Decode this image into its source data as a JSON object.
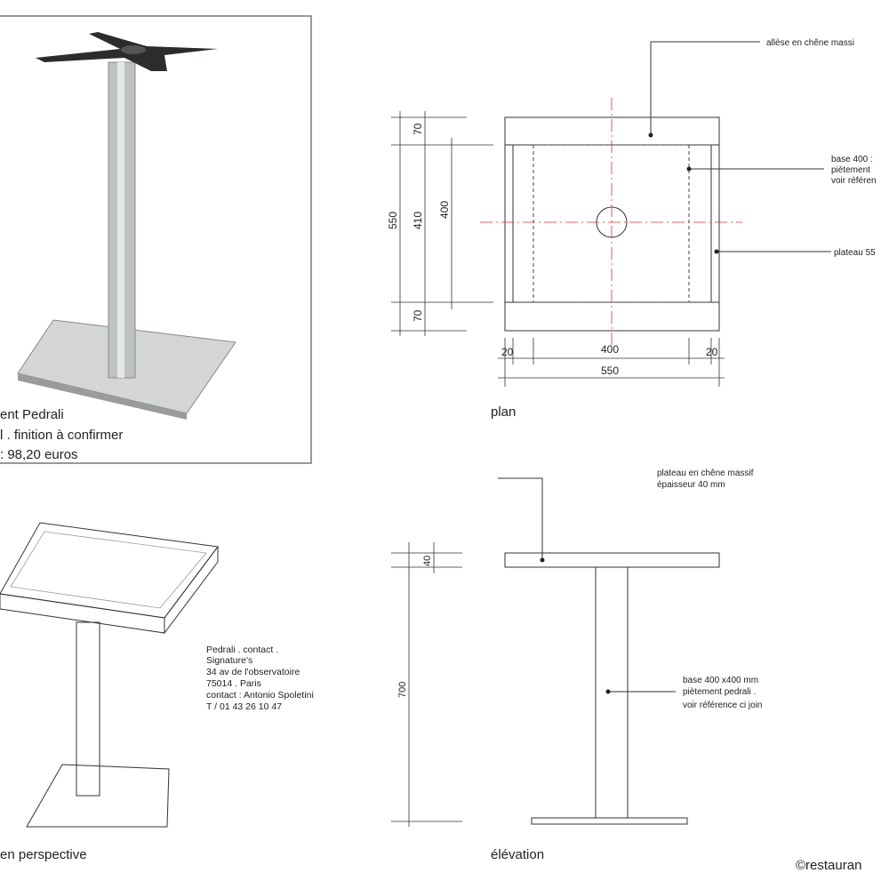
{
  "photo": {
    "caption_lines": [
      "ent Pedrali",
      "l . finition à confirmer",
      ": 98,20 euros"
    ]
  },
  "plan": {
    "title": "plan",
    "labels": {
      "allese": "allèse en chêne massi",
      "base_lines": [
        "base 400 :",
        "piètement",
        "voir référen"
      ],
      "plateau": "plateau 55"
    },
    "dims_left": {
      "outer": "550",
      "top": "70",
      "middle": "410",
      "inner": "400",
      "bottom": "70"
    },
    "dims_bottom": {
      "left": "20",
      "inner": "400",
      "right": "20",
      "outer": "550"
    }
  },
  "perspective": {
    "title": "en perspective",
    "contact_lines": [
      "Pedrali . contact .",
      "Signature's",
      "34 av de l'observatoire",
      "75014 . Paris",
      "contact : Antonio Spoletini",
      "T / 01 43 26 10 47"
    ]
  },
  "elevation": {
    "title": "élévation",
    "plateau_lines": [
      "plateau en chêne massif",
      "épaisseur 40 mm"
    ],
    "base_lines": [
      "base 400 x400 mm",
      "piètement pedrali .",
      "voir référence ci join"
    ],
    "dim_top": "40",
    "dim_height": "700"
  },
  "footer": {
    "copyright": "©restauran"
  }
}
